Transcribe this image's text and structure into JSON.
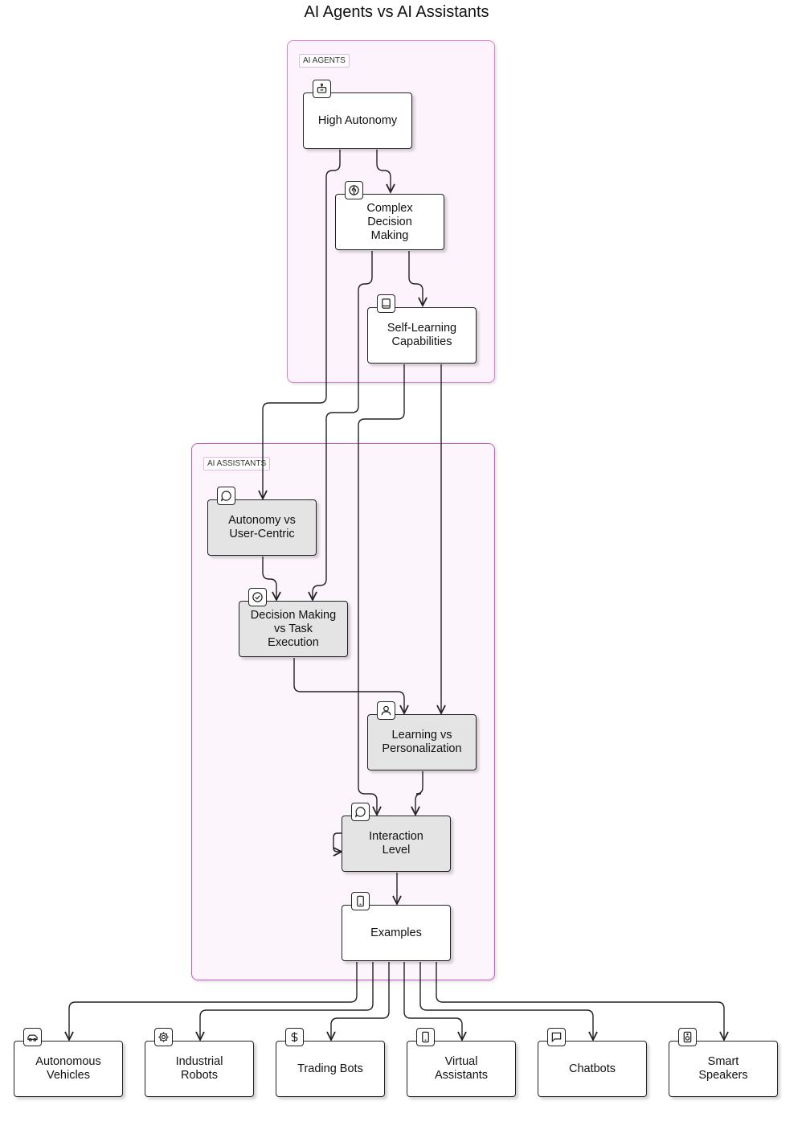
{
  "title": "AI Agents vs AI Assistants",
  "clusters": {
    "agents_label": "AI AGENTS",
    "assistants_label": "AI ASSISTANTS"
  },
  "nodes": {
    "high_autonomy": {
      "label": "High Autonomy",
      "icon": "robot-icon"
    },
    "complex_decision": {
      "label": "Complex Decision Making",
      "icon": "brain-icon"
    },
    "self_learning": {
      "label": "Self-Learning Capabilities",
      "icon": "book-icon"
    },
    "autonomy_vs_user": {
      "label": "Autonomy vs User-Centric",
      "icon": "chat-bubble-icon"
    },
    "decision_vs_task": {
      "label": "Decision Making vs Task Execution",
      "icon": "check-circle-icon"
    },
    "learning_vs_personal": {
      "label": "Learning vs Personalization",
      "icon": "user-icon"
    },
    "interaction_level": {
      "label": "Interaction Level",
      "icon": "chat-bubble-icon"
    },
    "examples": {
      "label": "Examples",
      "icon": "tablet-icon"
    },
    "autonomous_vehicles": {
      "label": "Autonomous Vehicles",
      "icon": "car-icon"
    },
    "industrial_robots": {
      "label": "Industrial Robots",
      "icon": "gear-icon"
    },
    "trading_bots": {
      "label": "Trading Bots",
      "icon": "dollar-icon"
    },
    "virtual_assistants": {
      "label": "Virtual Assistants",
      "icon": "phone-icon"
    },
    "chatbots": {
      "label": "Chatbots",
      "icon": "chat-square-icon"
    },
    "smart_speakers": {
      "label": "Smart Speakers",
      "icon": "speaker-icon"
    }
  },
  "edges": [
    [
      "high_autonomy",
      "complex_decision"
    ],
    [
      "high_autonomy",
      "autonomy_vs_user"
    ],
    [
      "complex_decision",
      "self_learning"
    ],
    [
      "complex_decision",
      "decision_vs_task"
    ],
    [
      "self_learning",
      "interaction_level"
    ],
    [
      "self_learning",
      "learning_vs_personal"
    ],
    [
      "autonomy_vs_user",
      "decision_vs_task"
    ],
    [
      "decision_vs_task",
      "learning_vs_personal"
    ],
    [
      "learning_vs_personal",
      "interaction_level"
    ],
    [
      "interaction_level",
      "interaction_level"
    ],
    [
      "interaction_level",
      "examples"
    ],
    [
      "examples",
      "autonomous_vehicles"
    ],
    [
      "examples",
      "industrial_robots"
    ],
    [
      "examples",
      "trading_bots"
    ],
    [
      "examples",
      "virtual_assistants"
    ],
    [
      "examples",
      "chatbots"
    ],
    [
      "examples",
      "smart_speakers"
    ]
  ],
  "colors": {
    "agents_border": "#e27bd6",
    "agents_fill": "#fdf3fc",
    "assistants_border": "#c755cf",
    "assistants_fill": "#fcf5fb",
    "grey_node": "#e4e4e4"
  }
}
